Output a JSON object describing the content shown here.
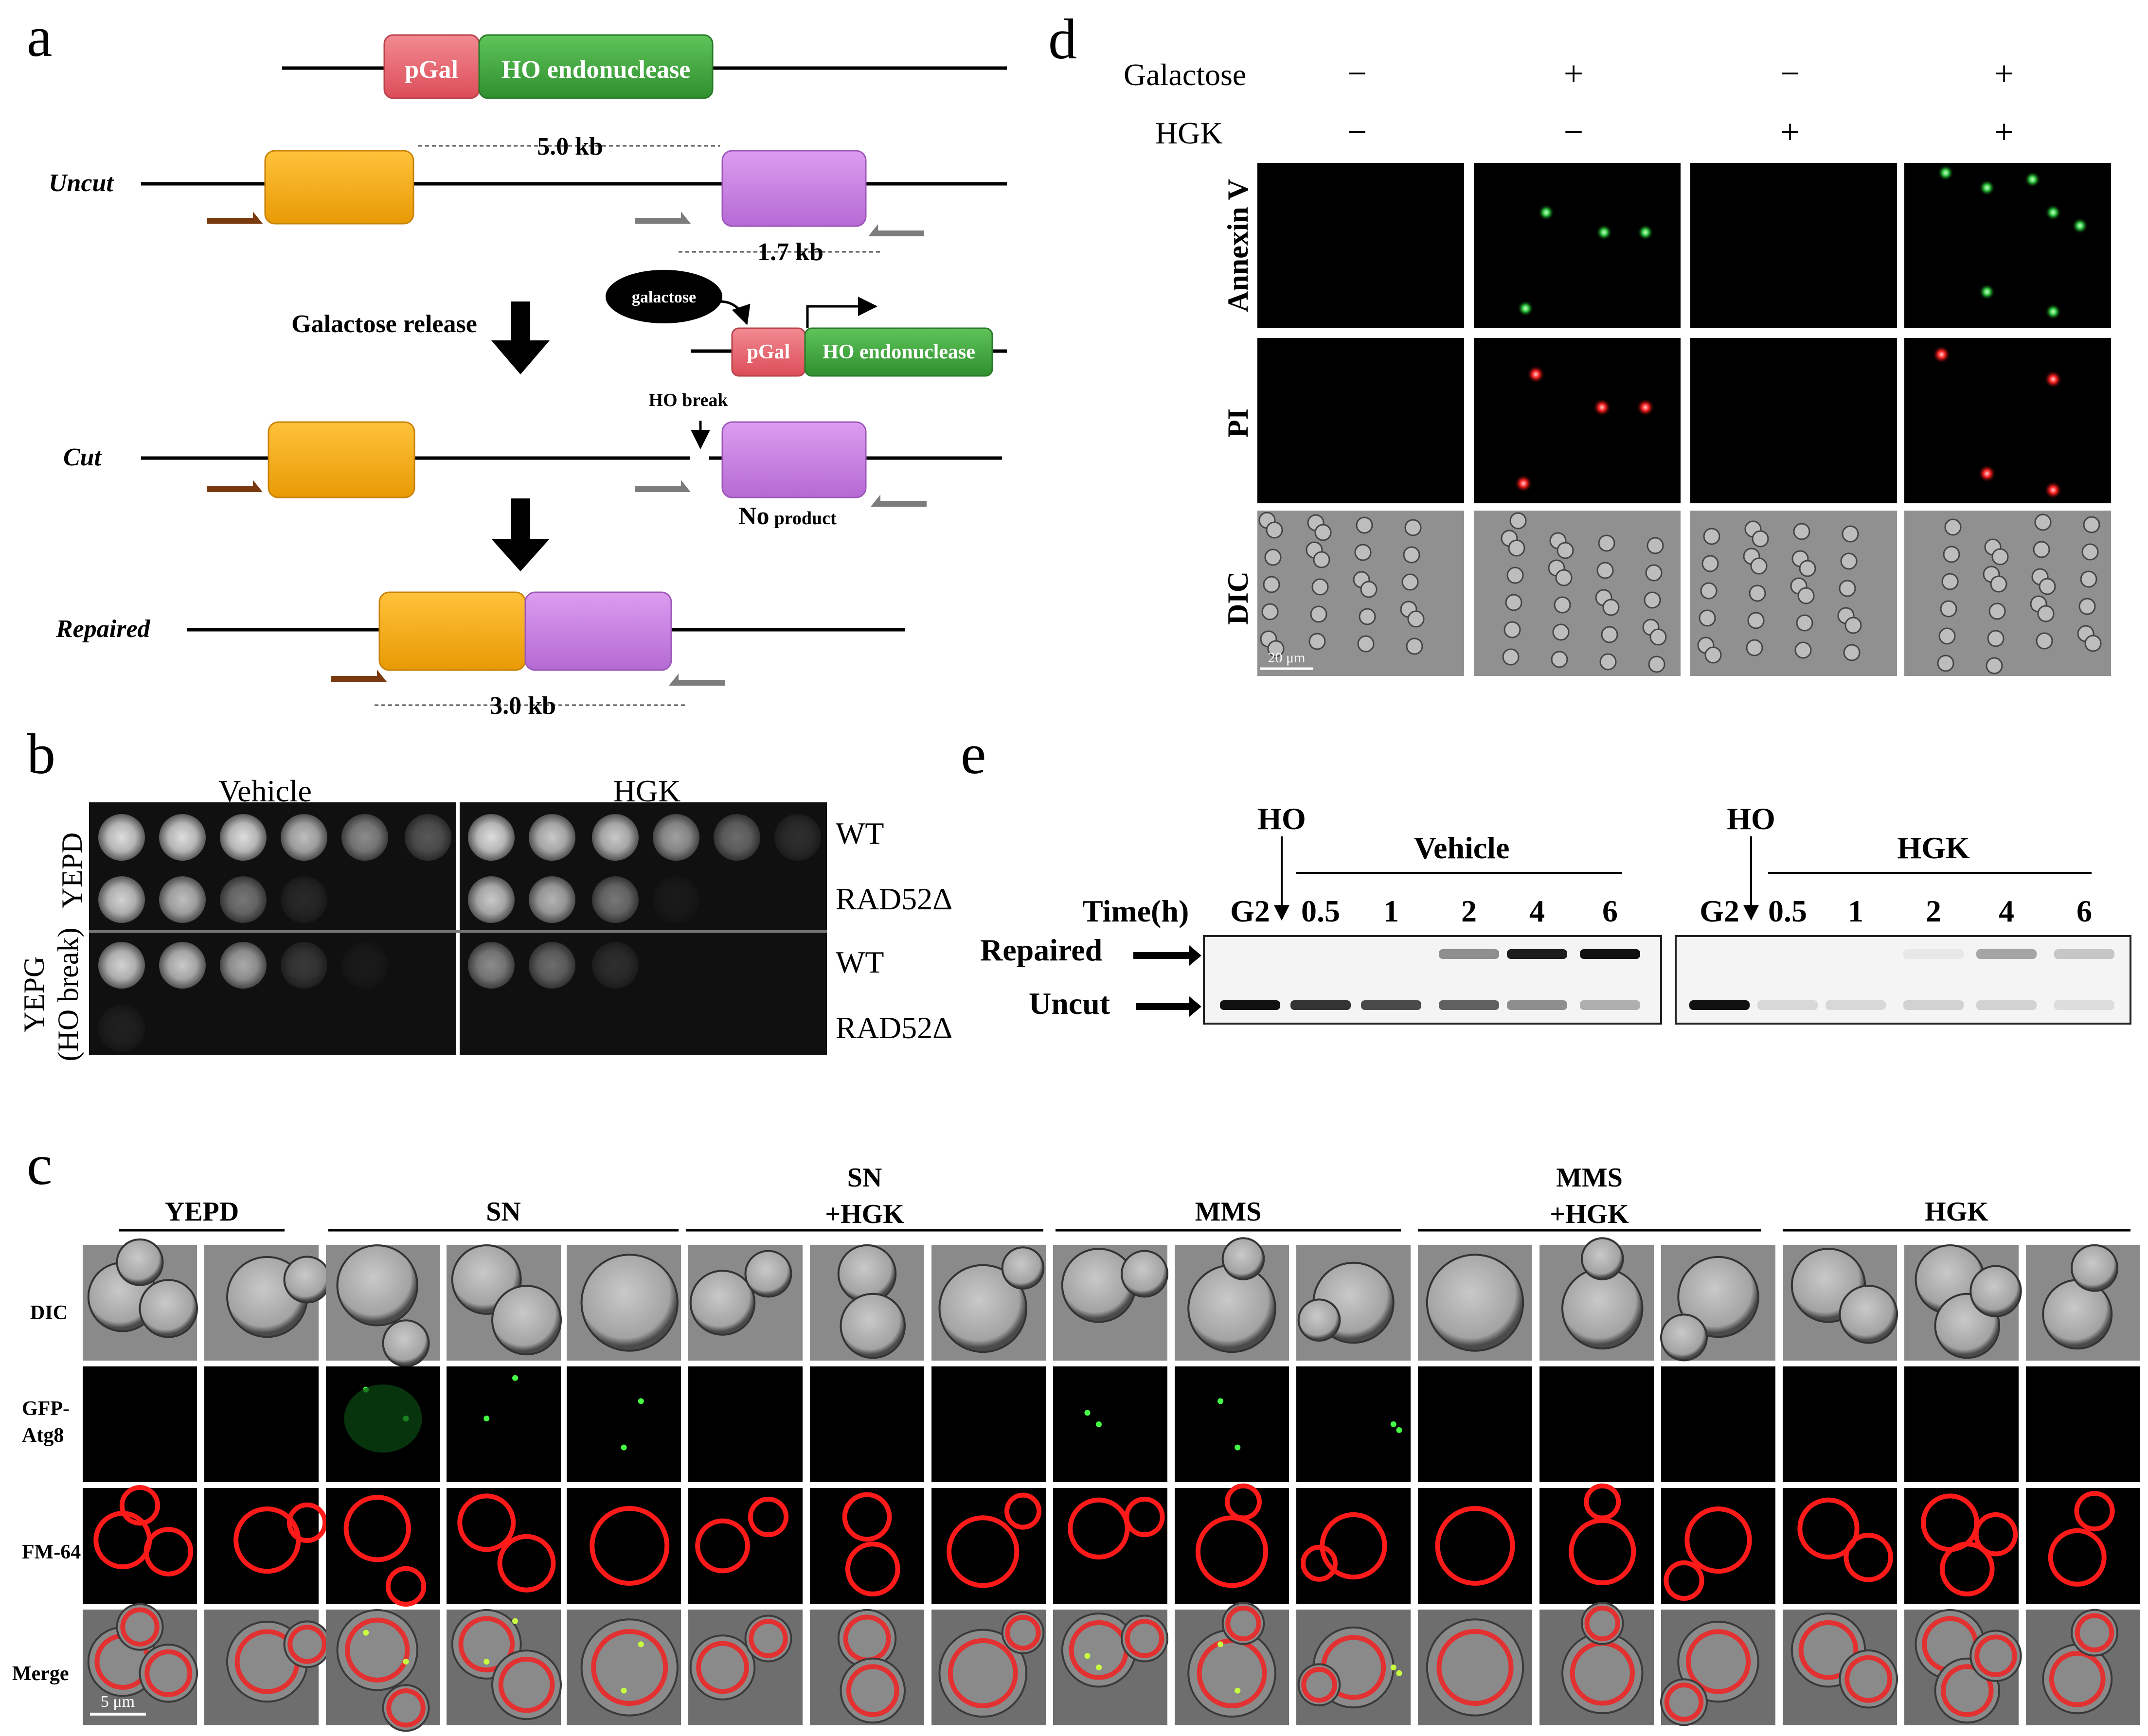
{
  "colors": {
    "pgal": "#e8646e",
    "ho": "#3fa33c",
    "orange": "#f2a712",
    "purple": "#c67be0",
    "brown_arrow": "#7a3a10",
    "gray_arrow": "#7c7c7c",
    "annexin": "#33cc44",
    "pi": "#ff2020",
    "gfp": "#44ff44",
    "fm64": "#ff1010"
  },
  "panel_a": {
    "letter": "a",
    "pgal": "pGal",
    "ho_endonuclease": "HO endonuclease",
    "uncut": "Uncut",
    "cut": "Cut",
    "repaired": "Repaired",
    "dist_5kb": "5.0 kb",
    "dist_1_7kb": "1.7 kb",
    "dist_3kb": "3.0 kb",
    "galactose_release": "Galactose release",
    "galactose": "galactose",
    "ho_break": "HO break",
    "no": "No",
    "product": "product"
  },
  "panel_b": {
    "letter": "b",
    "vehicle": "Vehicle",
    "hgk": "HGK",
    "yepd": "YEPD",
    "yepg": "YEPG",
    "ho_break": "(HO break)",
    "strains": [
      "WT",
      "RAD52Δ",
      "WT",
      "RAD52Δ"
    ]
  },
  "panel_c": {
    "letter": "c",
    "groups": [
      {
        "label": "YEPD",
        "label2": ""
      },
      {
        "label": "SN",
        "label2": ""
      },
      {
        "label": "SN",
        "label2": "+HGK"
      },
      {
        "label": "MMS",
        "label2": ""
      },
      {
        "label": "MMS",
        "label2": "+HGK"
      },
      {
        "label": "HGK",
        "label2": ""
      }
    ],
    "rows": [
      "DIC",
      "GFP-",
      "FM-64",
      "Merge"
    ],
    "row_gfp_2": "Atg8",
    "scale": "5 μm"
  },
  "panel_d": {
    "letter": "d",
    "galactose": "Galactose",
    "hgk": "HGK",
    "galactose_signs": [
      "−",
      "+",
      "−",
      "+"
    ],
    "hgk_signs": [
      "−",
      "−",
      "+",
      "+"
    ],
    "rows": [
      "Annexin V",
      "PI",
      "DIC"
    ],
    "scale": "20 μm"
  },
  "panel_e": {
    "letter": "e",
    "ho": "HO",
    "vehicle": "Vehicle",
    "hgk": "HGK",
    "time": "Time(h)",
    "lanes": [
      "G2",
      "0.5",
      "1",
      "2",
      "4",
      "6"
    ],
    "repaired": "Repaired",
    "uncut": "Uncut"
  }
}
